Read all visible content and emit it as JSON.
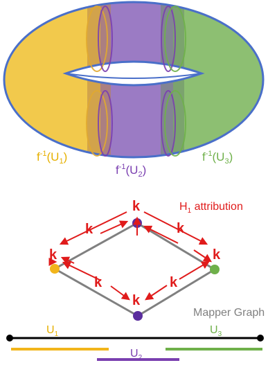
{
  "colors": {
    "u1": "#F2B51B",
    "u2": "#7A3FB0",
    "u3": "#6FB04A",
    "red": "#E01B1B",
    "gray": "#808080",
    "black": "#000000"
  },
  "torus": {
    "labels": {
      "u1": "f",
      "u2": "f",
      "u3": "f"
    }
  },
  "graph": {
    "k": "k",
    "h1_label": "H",
    "h1_sub": "1",
    "h1_rest": " attribution",
    "mapper_label": "Mapper Graph"
  },
  "line": {
    "u1": "U",
    "u1_sub": "1",
    "u2": "U",
    "u2_sub": "2",
    "u3": "U",
    "u3_sub": "3"
  }
}
